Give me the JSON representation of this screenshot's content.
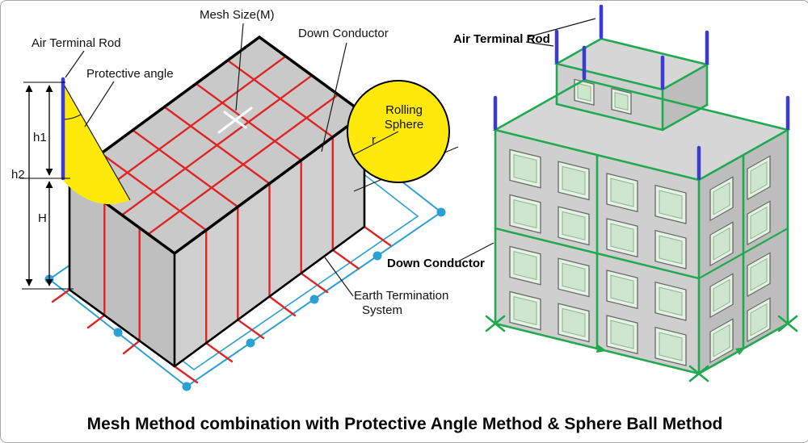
{
  "caption": "Mesh Method combination with Protective Angle Method & Sphere Ball Method",
  "left": {
    "air_terminal_rod": "Air Terminal Rod",
    "protective_angle": "Protective angle",
    "mesh_size": "Mesh Size(M)",
    "down_conductor": "Down Conductor",
    "rolling_line1": "Rolling",
    "rolling_line2": "Sphere",
    "radius_label": "r",
    "dim_h1": "h1",
    "dim_h2": "h2",
    "dim_H": "H",
    "earth_line1": "Earth Termination",
    "earth_line2": "System"
  },
  "right": {
    "air_terminal_rod": "Air Terminal Rod",
    "down_conductor": "Down Conductor"
  },
  "colors": {
    "mesh_red": "#e02424",
    "earth_blue": "#2aa0d4",
    "rod_blue": "#3b3bd1",
    "protection_yellow": "#ffe90a",
    "conductor_green": "#1faa50",
    "window_green": "#e4f2e4"
  }
}
